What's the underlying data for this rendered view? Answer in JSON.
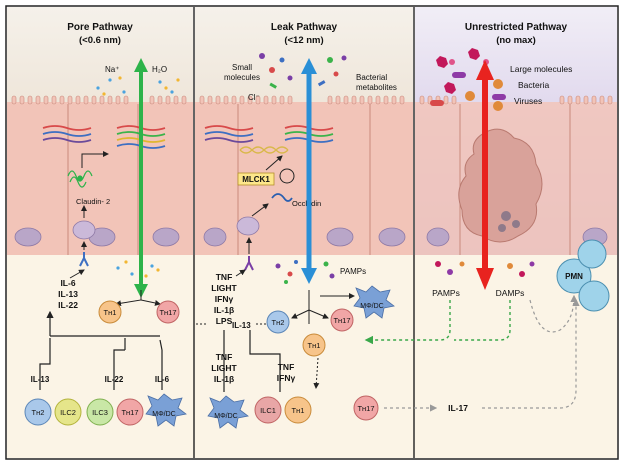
{
  "panels": {
    "pore": {
      "title": "Pore Pathway",
      "subtitle": "(<0.6 nm)"
    },
    "leak": {
      "title": "Leak Pathway",
      "subtitle": "(<12 nm)"
    },
    "unrestricted": {
      "title": "Unrestricted Pathway",
      "subtitle": "(no max)"
    }
  },
  "pore_labels": {
    "na": "Na⁺",
    "h2o": "H₂O",
    "claudin2": "Claudin- 2",
    "cytokines": [
      "IL-6",
      "IL-13",
      "IL-22"
    ],
    "il13": "IL-13",
    "il22": "IL-22",
    "il6": "IL-6"
  },
  "leak_labels": {
    "small_molecules": "Small molecules",
    "bacterial_metabolites": "Bacterial metabolites",
    "cl": "Cl⁻",
    "mlck1": "MLCK1",
    "occludin": "Occludin",
    "pamps": "PAMPs",
    "cytokines_top": [
      "TNF",
      "LIGHT",
      "IFNγ",
      "IL-1β",
      "LPS"
    ],
    "il13": "IL-13",
    "mono_cytokines": [
      "TNF",
      "LIGHT",
      "IL-1β"
    ],
    "th1_cytokines": [
      "TNF",
      "IFNγ"
    ]
  },
  "unrestricted_labels": {
    "large_molecules": "Large molecules",
    "bacteria": "Bacteria",
    "viruses": "Viruses",
    "pamps": "PAMPs",
    "damps": "DAMPs",
    "pmn": "PMN",
    "il17": "IL-17"
  },
  "cells": {
    "th2": "Tʜ2",
    "ilc2": "ILC2",
    "ilc3": "ILC3",
    "th17": "Tʜ17",
    "mdc": "MΦ/DC",
    "th1": "Tʜ1",
    "ilc1": "ILC1"
  },
  "colors": {
    "pore_arrow": "#2db34a",
    "leak_arrow": "#2a8fd6",
    "unrestricted_arrow": "#e8231f",
    "epithelium": "#f2c4b8",
    "lumen_pore": "#f6efe6",
    "lumen_unrestricted": "#d9cfe8",
    "lamina": "#fbf4e6",
    "mlck_box": "#fde68a",
    "th2": "#a9c8ea",
    "ilc2": "#e5e58a",
    "ilc3": "#c9e7a6",
    "th17": "#f1a6a6",
    "mdc": "#7aa0d6",
    "th1": "#f7c48a",
    "ilc1": "#e8a6a6",
    "pmn": "#9fd3ea"
  }
}
